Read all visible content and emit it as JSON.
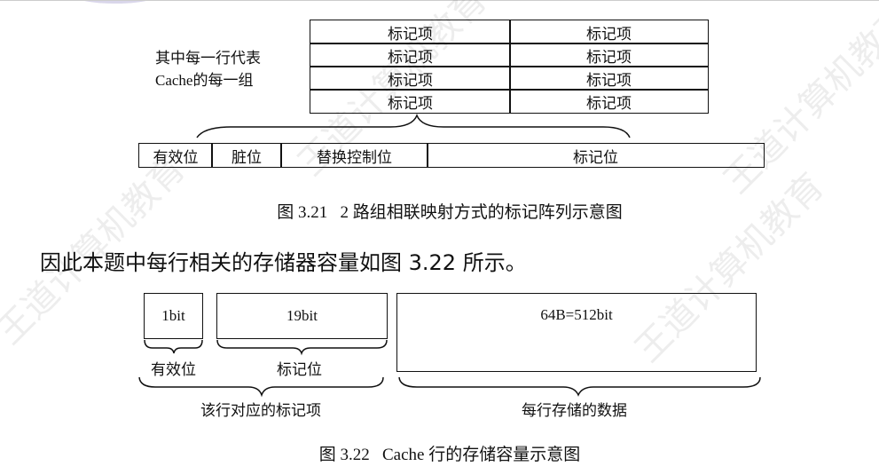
{
  "fig321": {
    "side_label_line1": "其中每一行代表",
    "side_label_line2": "Cache的每一组",
    "rows": [
      [
        "标记项",
        "标记项"
      ],
      [
        "标记项",
        "标记项"
      ],
      [
        "标记项",
        "标记项"
      ],
      [
        "标记项",
        "标记项"
      ]
    ],
    "fields": [
      "有效位",
      "脏位",
      "替换控制位",
      "标记位"
    ],
    "caption": "图 3.21   2 路组相联映射方式的标记阵列示意图"
  },
  "paragraph": "因此本题中每行相关的存储器容量如图 3.22 所示。",
  "fig322": {
    "box_valid": "1bit",
    "box_tag": "19bit",
    "box_data": "64B=512bit",
    "label_valid": "有效位",
    "label_tag": "标记位",
    "label_tag_entry": "该行对应的标记项",
    "label_data": "每行存储的数据",
    "caption": "图 3.22   Cache 行的存储容量示意图"
  },
  "watermark": "王道计算机教育"
}
